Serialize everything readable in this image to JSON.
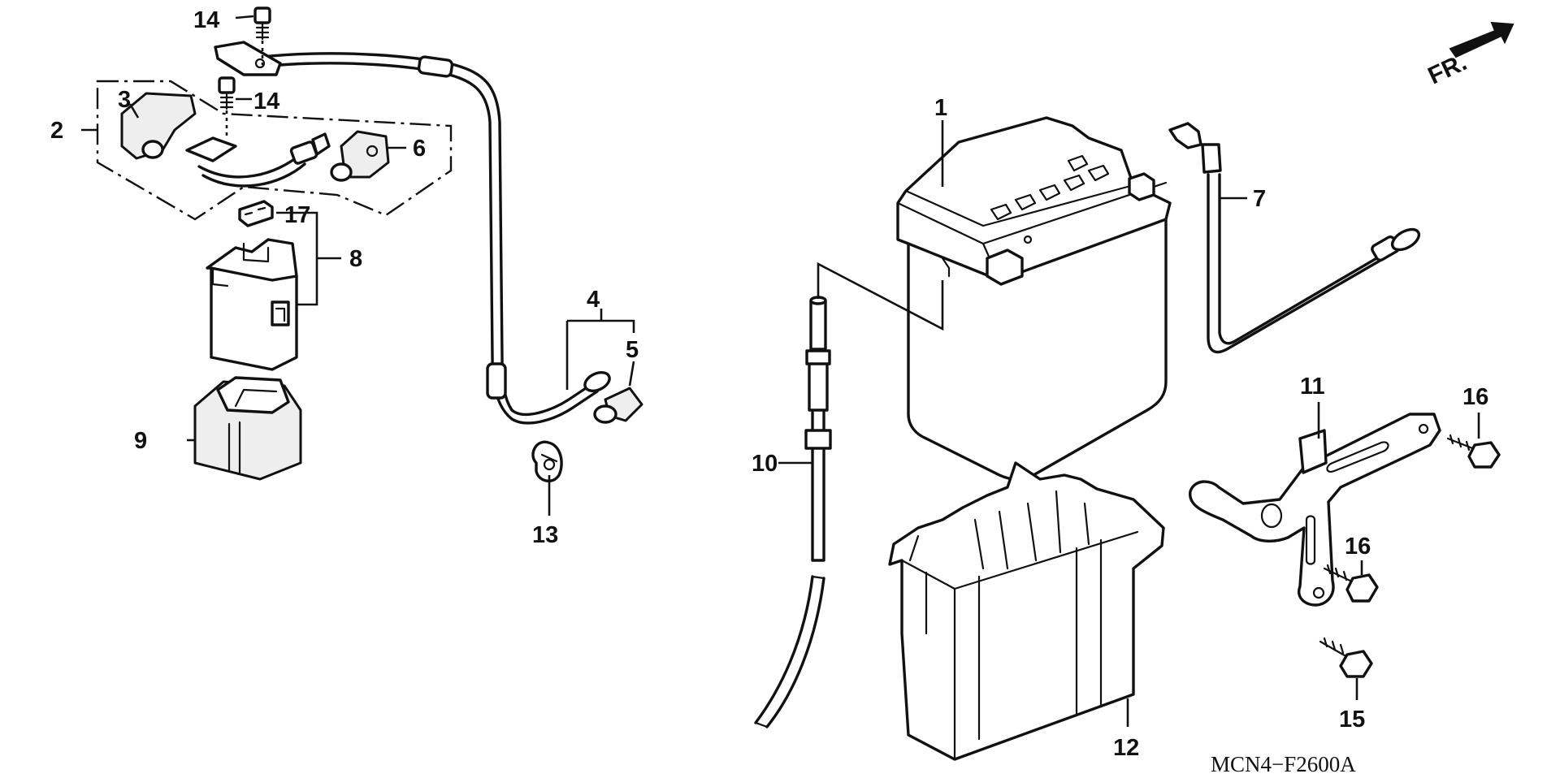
{
  "diagram_code": "MCN4−F2600A",
  "direction_label": "FR.",
  "callouts": [
    {
      "id": "c1",
      "text": "1"
    },
    {
      "id": "c2",
      "text": "2"
    },
    {
      "id": "c3",
      "text": "3"
    },
    {
      "id": "c4",
      "text": "4"
    },
    {
      "id": "c5",
      "text": "5"
    },
    {
      "id": "c6",
      "text": "6"
    },
    {
      "id": "c7",
      "text": "7"
    },
    {
      "id": "c8",
      "text": "8"
    },
    {
      "id": "c9",
      "text": "9"
    },
    {
      "id": "c10",
      "text": "10"
    },
    {
      "id": "c11",
      "text": "11"
    },
    {
      "id": "c12",
      "text": "12"
    },
    {
      "id": "c13",
      "text": "13"
    },
    {
      "id": "c14a",
      "text": "14"
    },
    {
      "id": "c14b",
      "text": "14"
    },
    {
      "id": "c15",
      "text": "15"
    },
    {
      "id": "c16a",
      "text": "16"
    },
    {
      "id": "c16b",
      "text": "16"
    },
    {
      "id": "c17",
      "text": "17"
    }
  ]
}
